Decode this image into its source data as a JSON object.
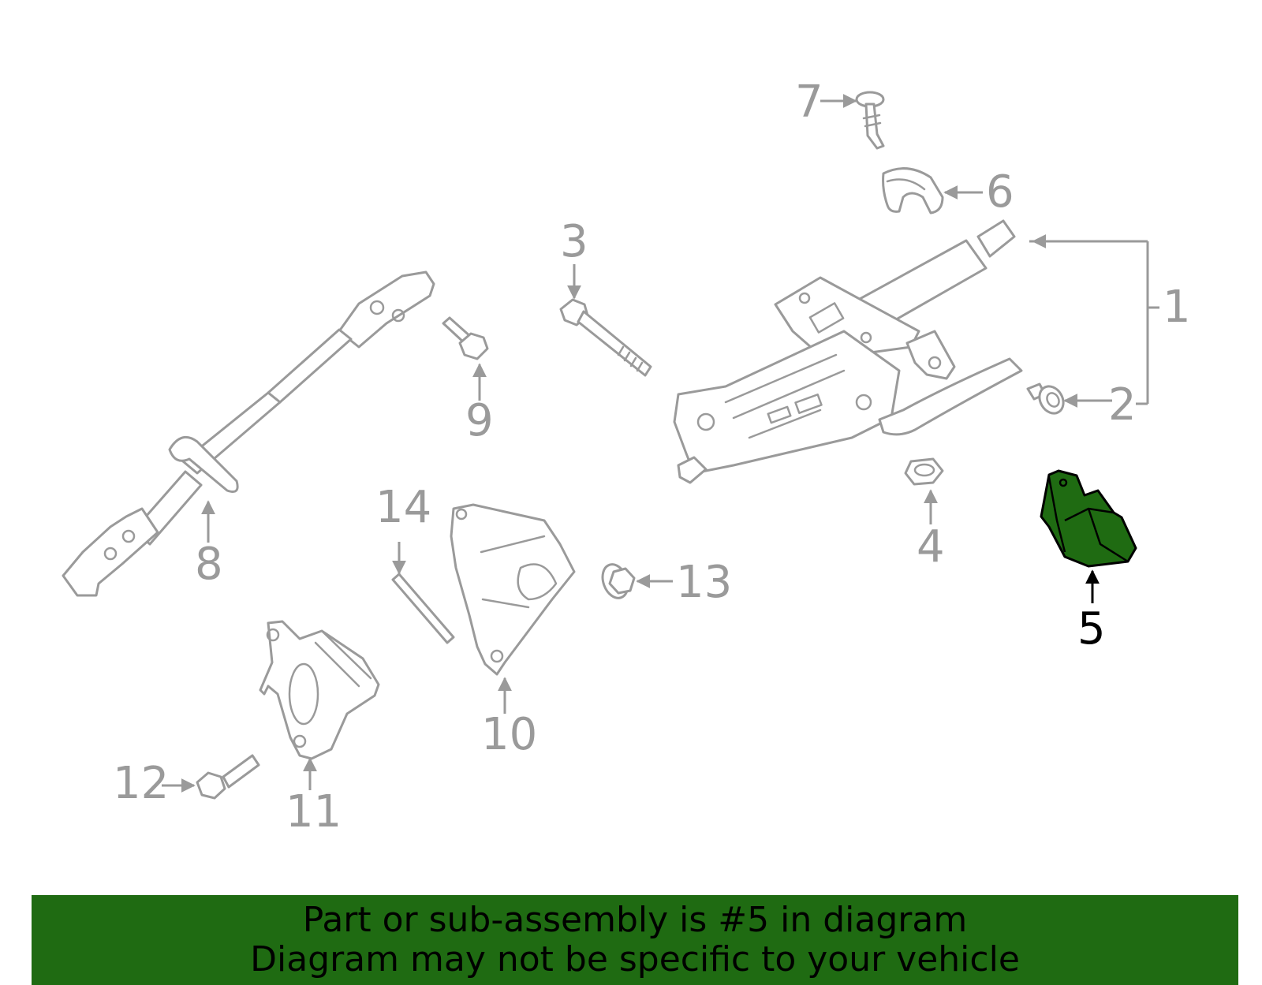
{
  "diagram": {
    "callouts": [
      "1",
      "2",
      "3",
      "4",
      "5",
      "6",
      "7",
      "8",
      "9",
      "10",
      "11",
      "12",
      "13",
      "14"
    ],
    "highlighted_part": "5",
    "colors": {
      "line": "#9a9a9a",
      "highlight_fill": "#1f6b12",
      "highlight_stroke": "#000000",
      "banner_bg": "#1f6b12"
    }
  },
  "banner": {
    "line1": "Part or sub-assembly is #5 in diagram",
    "line2": "Diagram may not be specific to your vehicle"
  }
}
